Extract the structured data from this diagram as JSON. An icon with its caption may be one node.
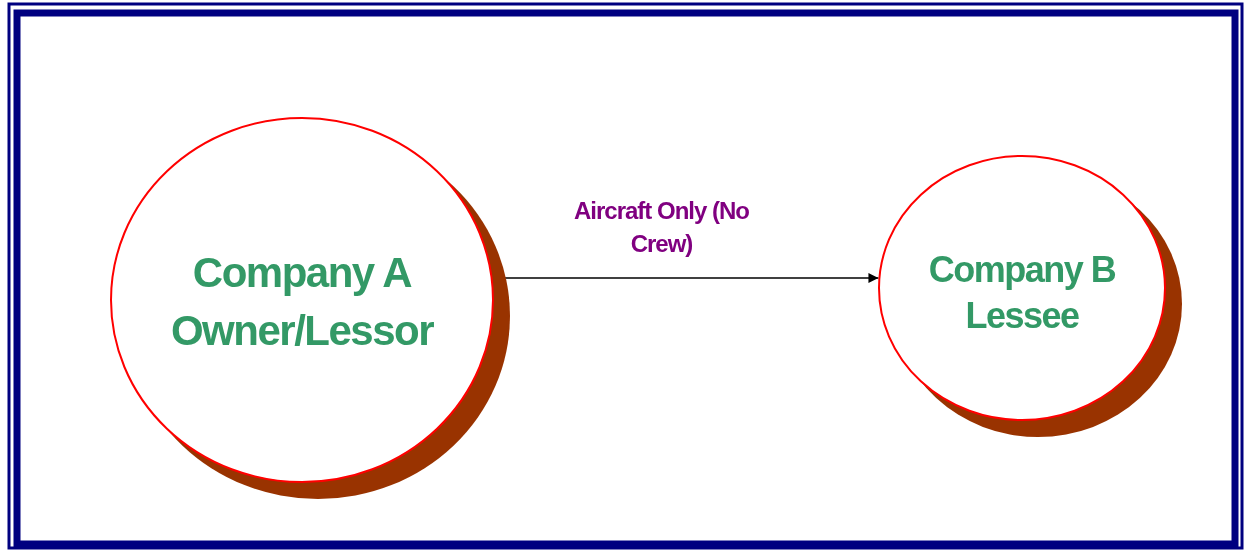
{
  "diagram": {
    "nodes": [
      {
        "text": [
          "Company A",
          "Owner/Lessor"
        ]
      },
      {
        "text": [
          "Company B",
          "Lessee"
        ]
      }
    ],
    "edges": [
      {
        "from": 0,
        "to": 1,
        "arrow": "to",
        "label": "Aircraft Only (No Crew)"
      }
    ]
  }
}
